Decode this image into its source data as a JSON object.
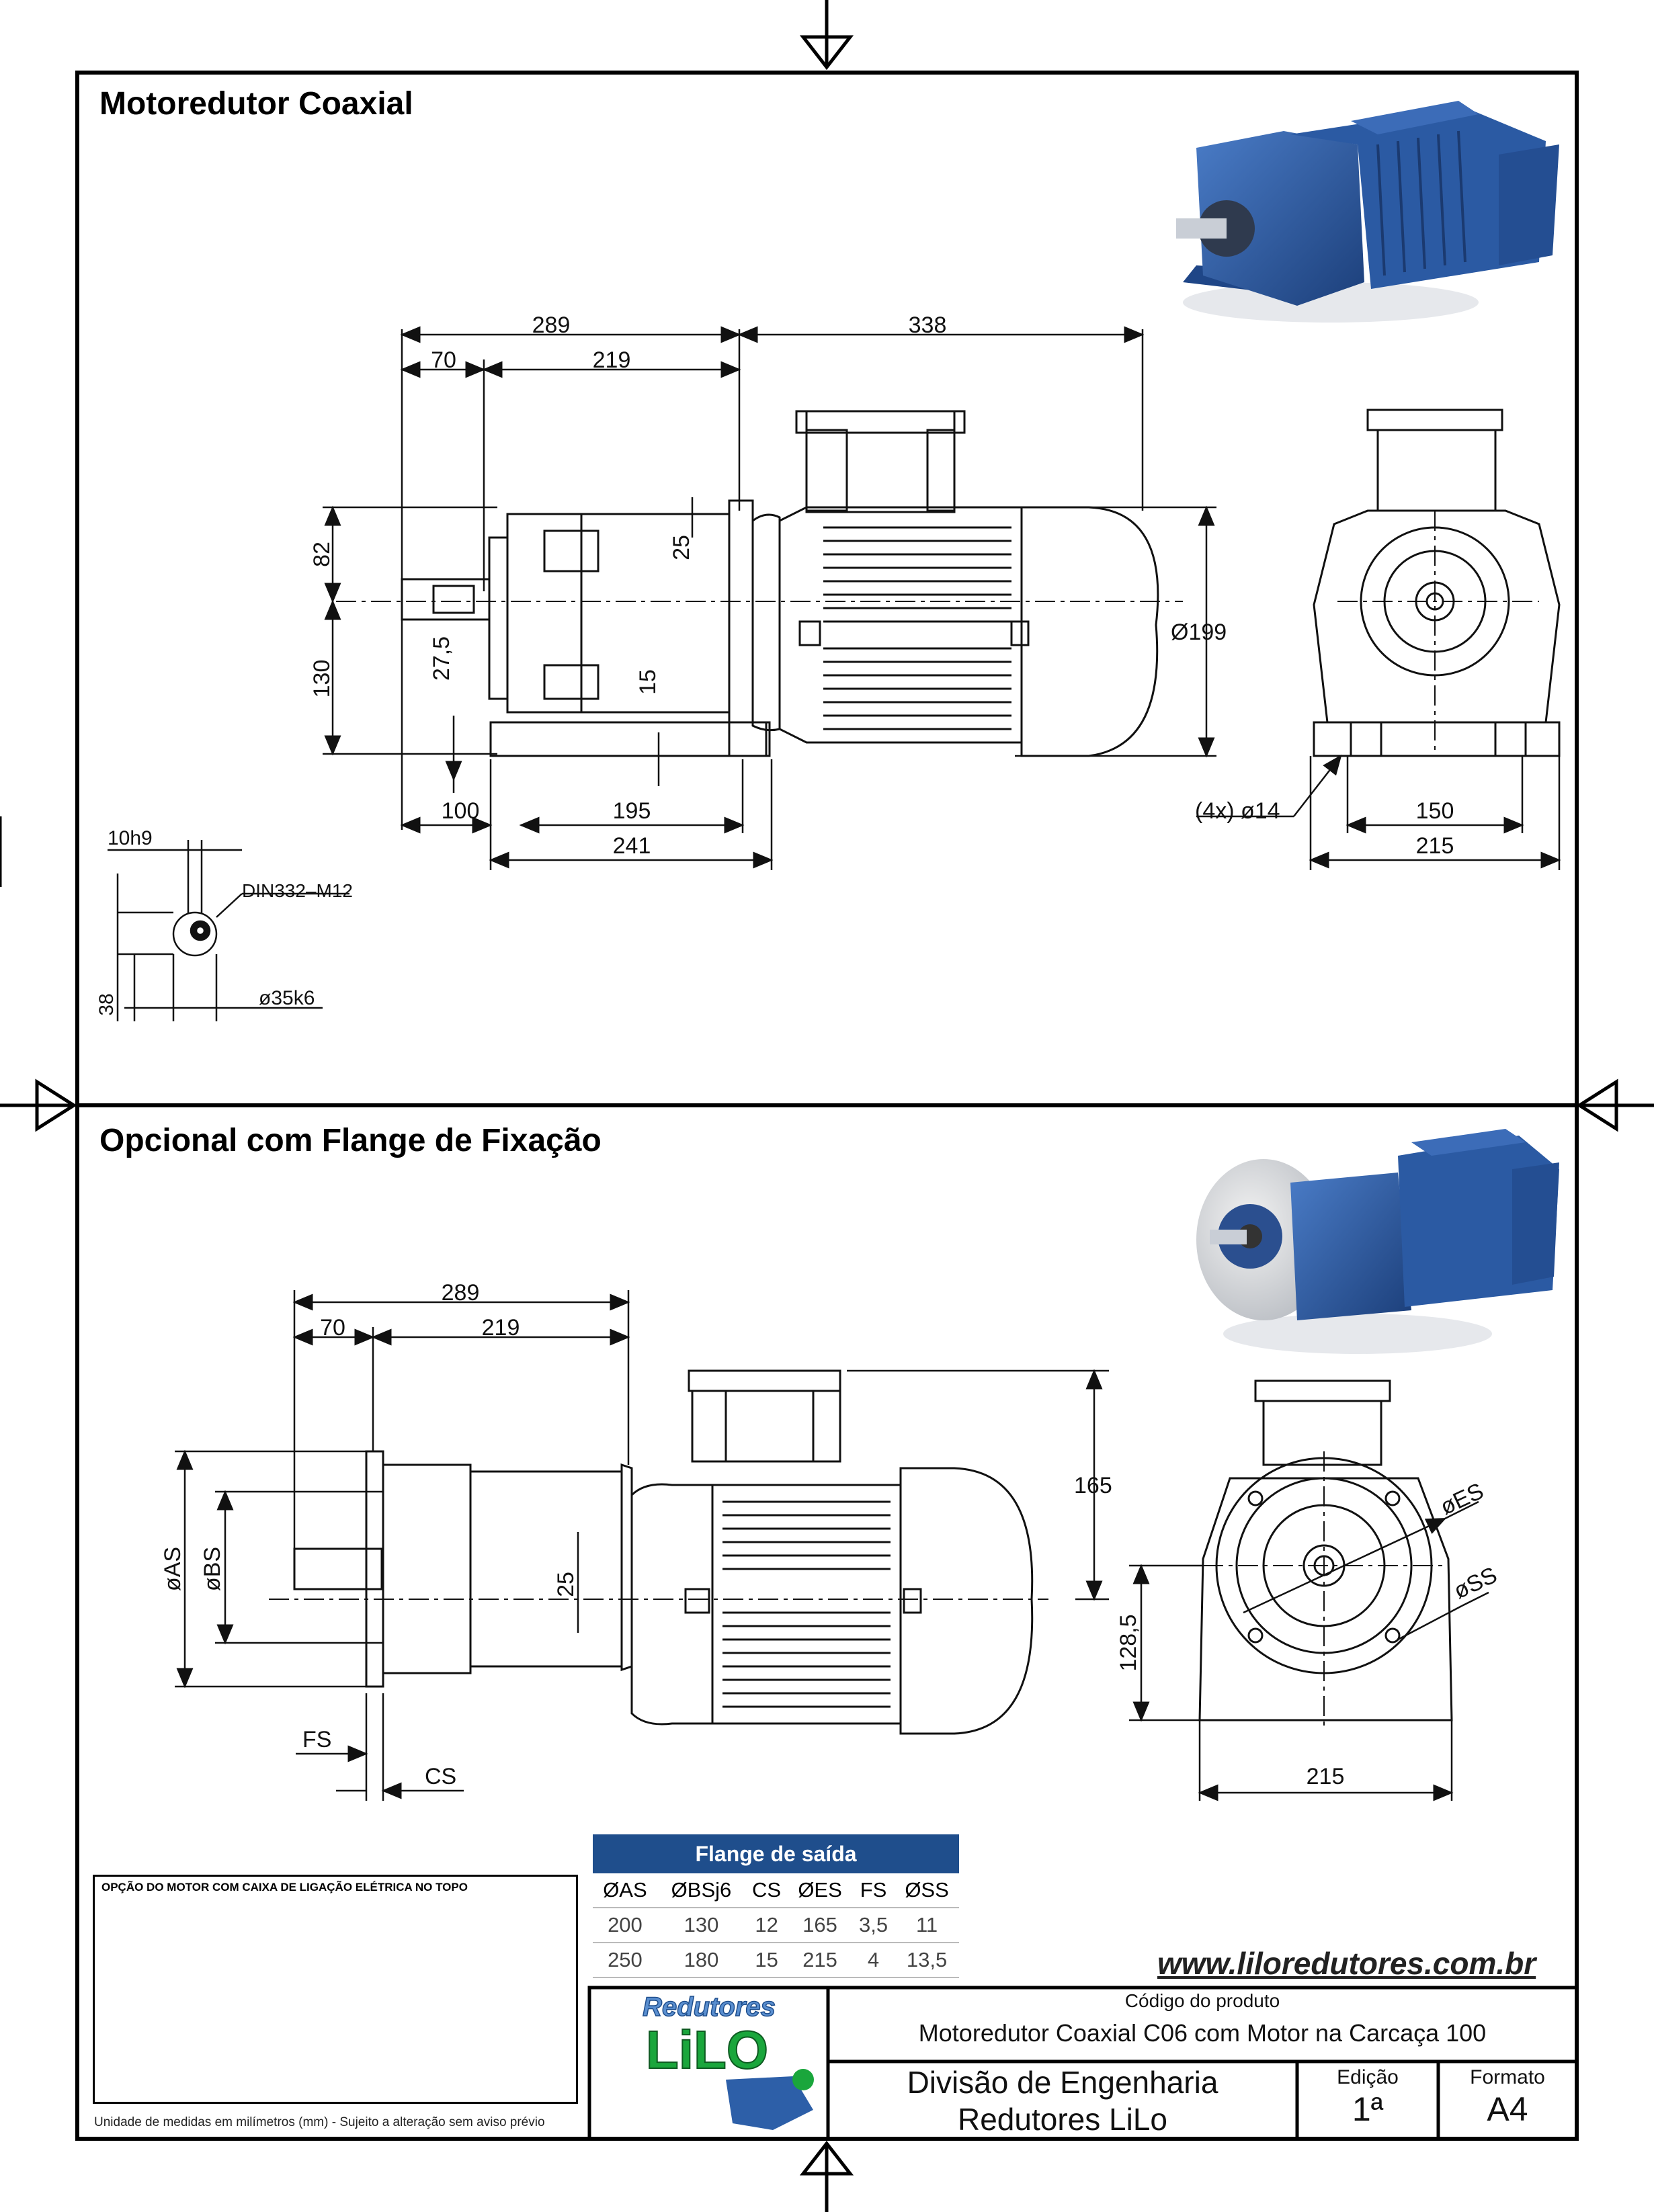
{
  "section_top": {
    "title": "Motoredutor Coaxial"
  },
  "section_bottom": {
    "title": "Opcional com Flange de Fixação"
  },
  "dims_top": {
    "d289": "289",
    "d338": "338",
    "d70": "70",
    "d219": "219",
    "d82": "82",
    "d130": "130",
    "d25": "25",
    "d27_5": "27,5",
    "d15": "15",
    "d199": "Ø199",
    "d100": "100",
    "d195": "195",
    "d241": "241",
    "holes": "(4x)  ø14",
    "d150": "150",
    "d215": "215"
  },
  "shaft_detail": {
    "d10": "10h9",
    "din": "DIN332–M12",
    "d38": "38",
    "d35": "ø35k6"
  },
  "dims_bottom": {
    "d289": "289",
    "d70": "70",
    "d219": "219",
    "d165": "165",
    "as": "øAS",
    "bs": "øBS",
    "d25": "25",
    "d128_5": "128,5",
    "es": "øES",
    "ss": "øSS",
    "fs": "FS",
    "cs": "CS",
    "d215": "215"
  },
  "flange_table": {
    "title": "Flange de saída",
    "columns": [
      "ØAS",
      "ØBSj6",
      "CS",
      "ØES",
      "FS",
      "ØSS"
    ],
    "rows": [
      [
        "200",
        "130",
        "12",
        "165",
        "3,5",
        "11"
      ],
      [
        "250",
        "180",
        "15",
        "215",
        "4",
        "13,5"
      ]
    ]
  },
  "option_box": {
    "title": "OPÇÃO DO MOTOR COM CAIXA DE LIGAÇÃO ELÉTRICA NO TOPO",
    "note": "Unidade de medidas em milímetros (mm) - Sujeito a alteração sem aviso prévio"
  },
  "website": "www.liloredutores.com.br",
  "title_block": {
    "logo_line1": "Redutores",
    "logo_line2": "LiLO",
    "product_code_label": "Código do produto",
    "product_name": "Motoredutor Coaxial C06 com Motor na Carcaça 100",
    "division_line1": "Divisão de Engenharia",
    "division_line2": "Redutores LiLo",
    "edition_label": "Edição",
    "edition_value": "1ª",
    "format_label": "Formato",
    "format_value": "A4"
  },
  "colors": {
    "motor_blue": "#2d5fa8",
    "table_header": "#1f4e8c",
    "logo_green": "#1aa63c"
  }
}
